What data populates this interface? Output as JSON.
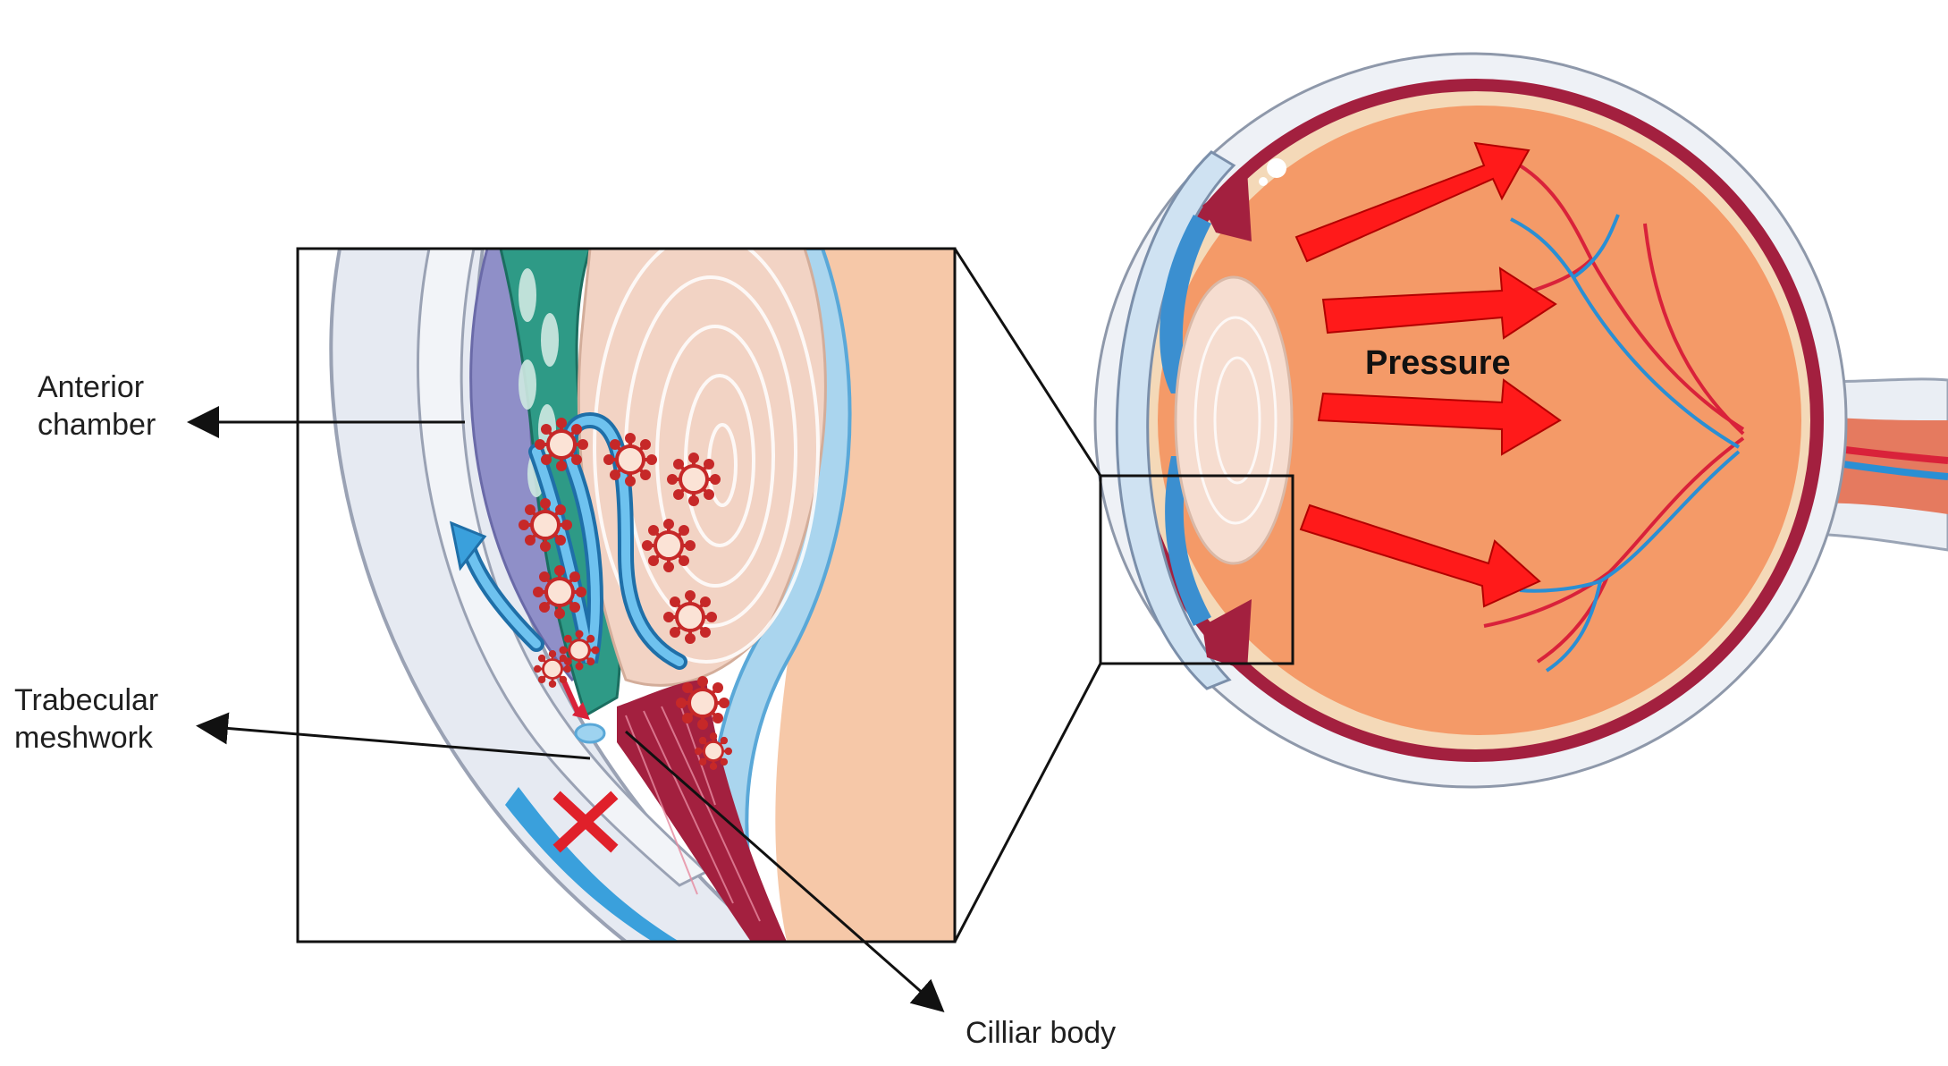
{
  "labels": {
    "anterior_chamber": [
      "Anterior",
      "chamber"
    ],
    "trabecular_meshwork": [
      "Trabecular",
      "meshwork"
    ],
    "ciliary_body": "Cilliar body",
    "pressure": "Pressure"
  },
  "colors": {
    "sclera": "#e8ecf3",
    "choroid": "#a3203f",
    "vitreous": "#f49a68",
    "cornea": "#b9d6ee",
    "iris": "#2e9a86",
    "lens": "#f2d3c4",
    "pressure_arrow": "#ff1a1a",
    "virus": "#c62828",
    "flow_arrow": "#3aa0dc",
    "blood_red": "#d9223a",
    "blood_blue": "#2a8fd4"
  }
}
